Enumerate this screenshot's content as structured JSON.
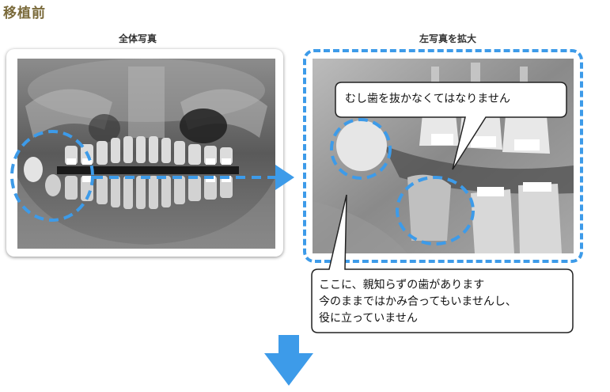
{
  "heading": "移植前",
  "captions": {
    "left": "全体写真",
    "right": "左写真を拡大"
  },
  "callouts": {
    "top": "むし歯を抜かなくてはなりません",
    "bottom_lines": [
      "ここに、親知らずの歯があります",
      "今のままではかみ合ってもいませんし、",
      "役に立っていません"
    ]
  },
  "colors": {
    "accent": "#3d9be9",
    "heading": "#7a6a3a"
  },
  "icons": {
    "next_step": "arrow-down-icon",
    "zoom_link": "arrow-right-icon"
  }
}
